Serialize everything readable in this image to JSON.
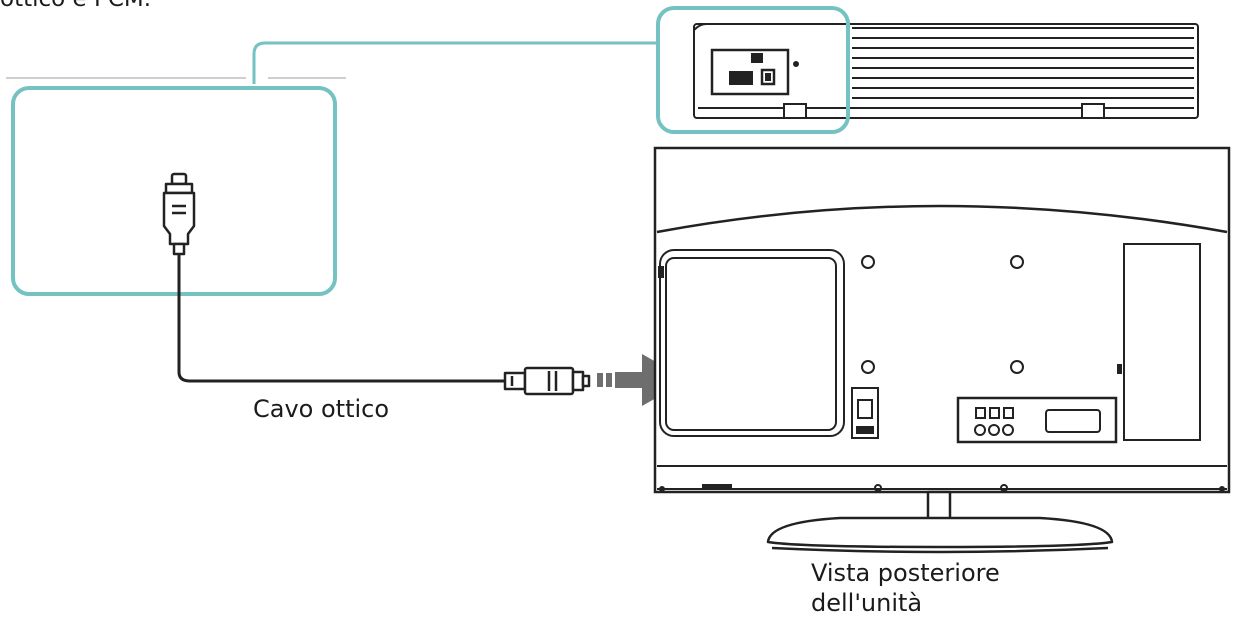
{
  "header": {
    "partial_title": "ottico e PCM."
  },
  "labels": {
    "cable": "Cavo ottico",
    "rear_view_line1": "Vista posteriore",
    "rear_view_line2": "dell'unità"
  },
  "colors": {
    "callout_frame": "#74c2c1",
    "drawing_line": "#222222",
    "arrow": "#6e6e6e",
    "background": "#ffffff"
  },
  "icons": {
    "plug_icon": "optical-plug-icon",
    "connector_icon": "optical-connector-icon",
    "arrow_icon": "insert-arrow-icon"
  }
}
